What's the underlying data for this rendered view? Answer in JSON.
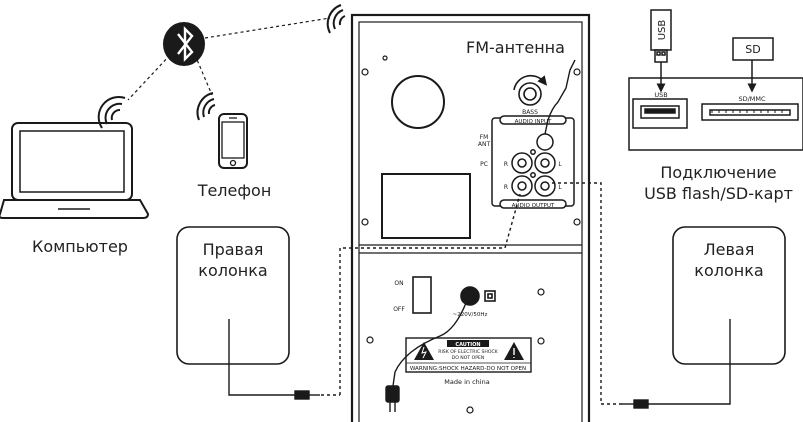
{
  "devices": {
    "computer_label": "Компьютер",
    "phone_label": "Телефон",
    "fm_antenna_label": "FM-антенна",
    "usb_sd_label_line1": "Подключение",
    "usb_sd_label_line2": "USB flash/SD-карт",
    "right_speaker_line1": "Правая",
    "right_speaker_line2": "колонка",
    "left_speaker_line1": "Левая",
    "left_speaker_line2": "колонка"
  },
  "usb_card": {
    "stick_label": "USB",
    "sd_label": "SD",
    "usb_port_label": "USB",
    "sd_slot_label": "SD/MMC"
  },
  "panel": {
    "bass_label": "BASS",
    "audio_input_label": "AUDIO INPUT",
    "audio_output_label": "AUDIO OUTPUT",
    "fm_label_line1": "FM",
    "fm_label_line2": "ANT",
    "pc_label": "PC",
    "r_label": "R",
    "l_label": "L",
    "on_label": "ON",
    "off_label": "OFF",
    "power_label": "~220V/50Hz",
    "caution_title": "CAUTION",
    "caution_line1": "RISK OF ELECTRIC SHOCK",
    "caution_line2": "DO NOT OPEN",
    "warning_text": "WARNING:SHOCK HAZARD-DO NOT OPEN",
    "made_in_label": "Made in china"
  },
  "colors": {
    "stroke": "#1a1a1a",
    "label": "#222222",
    "background": "#ffffff"
  }
}
